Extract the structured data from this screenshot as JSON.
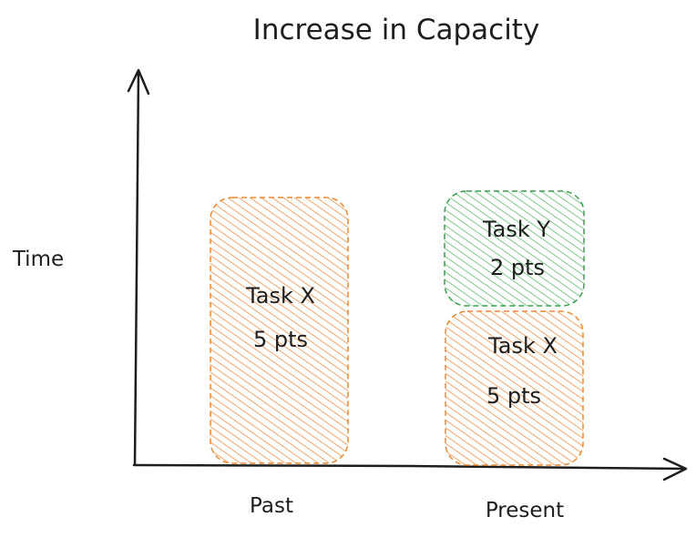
{
  "title": "Increase in Capacity",
  "axis": {
    "y_label": "Time",
    "x_labels": [
      "Past",
      "Present"
    ]
  },
  "boxes": {
    "past_task_x": {
      "task": "Task X",
      "points": "5 pts"
    },
    "present_task_y": {
      "task": "Task Y",
      "points": "2 pts"
    },
    "present_task_x": {
      "task": "Task X",
      "points": "5 pts"
    }
  },
  "colors": {
    "task_x_fill": "#ffc9a1",
    "task_x_stroke": "#e8892e",
    "task_y_fill": "#b2e2bb",
    "task_y_stroke": "#3a9d4d",
    "axis": "#1e1e1e"
  }
}
